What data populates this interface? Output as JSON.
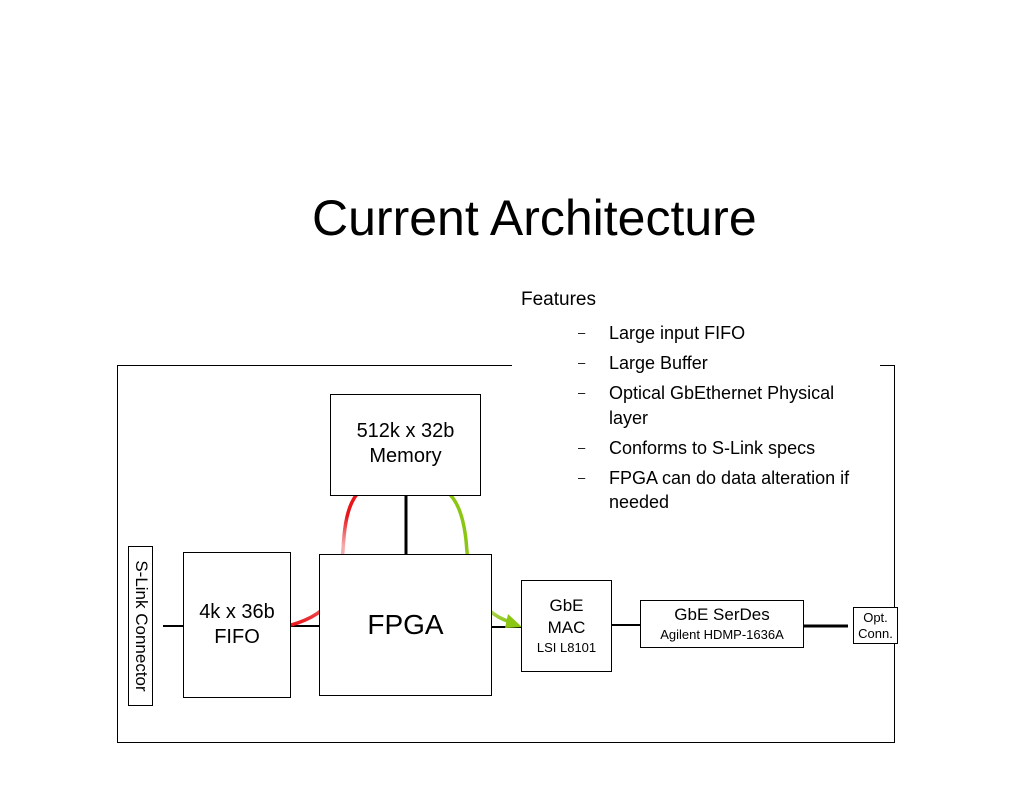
{
  "title": "Current Architecture",
  "features": {
    "heading": "Features",
    "bullet_marker": "–",
    "items": [
      "Large input FIFO",
      "Large Buffer",
      "Optical GbEthernet Physical layer",
      "Conforms to S-Link specs",
      "FPGA can do data alteration if needed"
    ]
  },
  "diagram": {
    "memory": {
      "line1": "512k x 32b",
      "line2": "Memory"
    },
    "fifo": {
      "line1": "4k x 36b",
      "line2": "FIFO"
    },
    "fpga": {
      "label": "FPGA"
    },
    "mac": {
      "line1": "GbE",
      "line2": "MAC",
      "sub": "LSI L8101"
    },
    "serdes": {
      "line1": "GbE SerDes",
      "sub": "Agilent HDMP-1636A"
    },
    "opt_conn": {
      "line1": "Opt.",
      "line2": "Conn."
    },
    "slink": {
      "label": "S-Link Connector"
    },
    "colors": {
      "write_arrow": "#e8161b",
      "read_arrow": "#8cc614"
    }
  }
}
